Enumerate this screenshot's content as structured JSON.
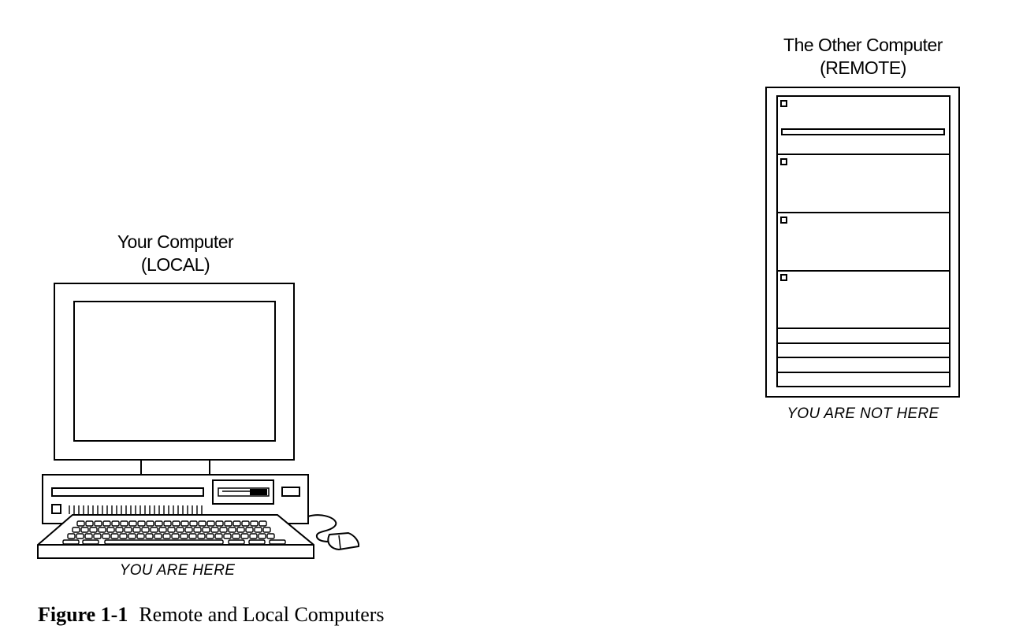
{
  "local": {
    "title": "Your Computer",
    "subtitle": "(LOCAL)",
    "note": "YOU ARE HERE"
  },
  "remote": {
    "title": "The Other Computer",
    "subtitle": "(REMOTE)",
    "note": "YOU ARE NOT HERE"
  },
  "caption": {
    "number": "Figure 1-1",
    "text": "Remote and Local Computers"
  }
}
